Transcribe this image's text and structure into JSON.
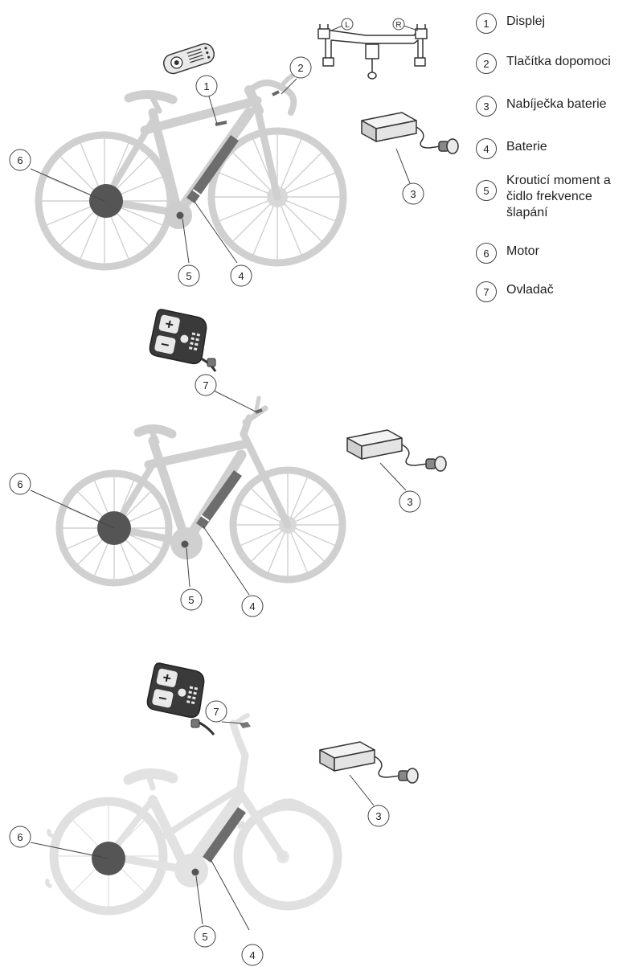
{
  "legend": [
    {
      "num": "1",
      "label": "Displej"
    },
    {
      "num": "2",
      "label": "Tlačítka dopomoci"
    },
    {
      "num": "3",
      "label": "Nabíječka baterie"
    },
    {
      "num": "4",
      "label": "Baterie"
    },
    {
      "num": "5",
      "label": "Krouticí moment a čidlo frekvence šlapání"
    },
    {
      "num": "6",
      "label": "Motor"
    },
    {
      "num": "7",
      "label": "Ovladač"
    }
  ],
  "handlebar_marks": {
    "left": "L",
    "right": "R"
  },
  "remote": {
    "plus": "+",
    "minus": "−"
  },
  "colors": {
    "bike_frame": "#cfcfcf",
    "bike_frame_step_through": "#e2e2e2",
    "motor": "#555555",
    "battery": "#6d6d6d",
    "line": "#444444"
  }
}
